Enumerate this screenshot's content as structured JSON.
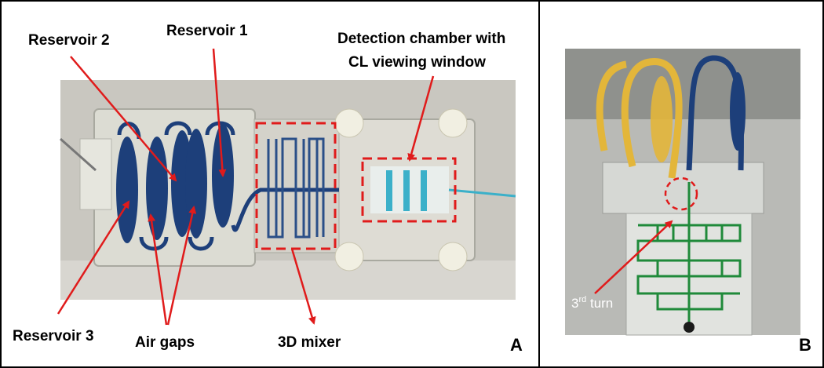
{
  "panel_a": {
    "letter": "A",
    "labels": {
      "reservoir_1": "Reservoir 1",
      "reservoir_2": "Reservoir 2",
      "reservoir_3": "Reservoir 3",
      "detection_line1": "Detection chamber with",
      "detection_line2": "CL viewing window",
      "air_gaps": "Air gaps",
      "mixer": "3D mixer"
    }
  },
  "panel_b": {
    "letter": "B",
    "turn_label": "3",
    "turn_sup": "rd",
    "turn_suffix": " turn"
  },
  "colors": {
    "arrow": "#e01b1b",
    "channel_blue": "#1d3f7a",
    "channel_cyan": "#3bb0c9",
    "yellow_tube": "#e3b63a",
    "green_channel": "#1f8a3a"
  }
}
